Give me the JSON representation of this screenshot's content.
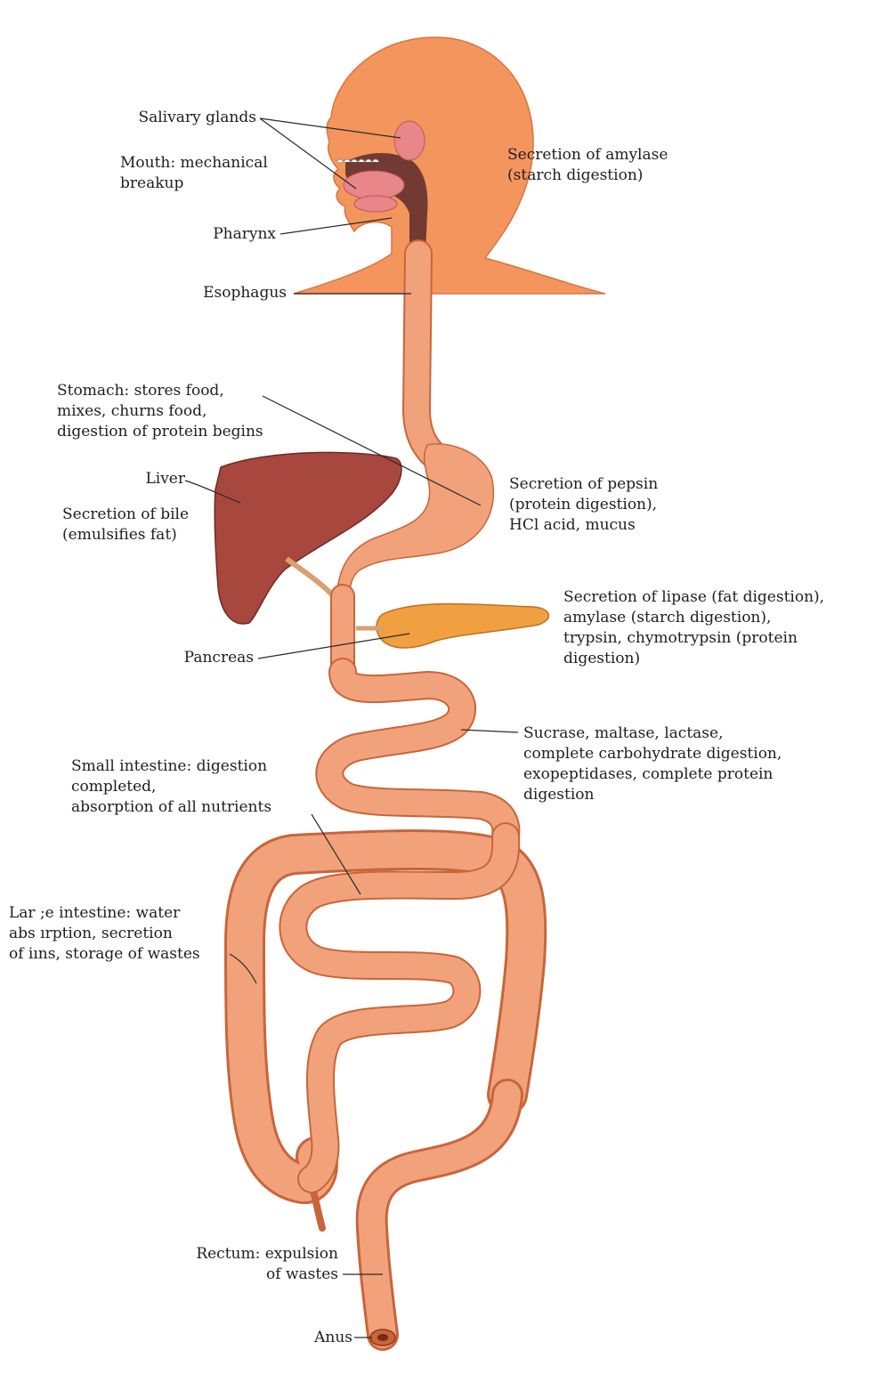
{
  "colors": {
    "skin": "#F4955E",
    "skin_dark": "#D9743F",
    "gut": "#F2A27A",
    "gut_edge": "#C8653A",
    "liver": "#A8473D",
    "pancreas": "#F0A040",
    "gland": "#E8868A",
    "text": "#1e1e1e"
  },
  "labels": {
    "salivary_glands": "Salivary glands",
    "mouth": "Mouth: mechanical\nbreakup",
    "pharynx": "Pharynx",
    "esophagus": "Esophagus",
    "amylase": "Secretion of amylase\n(starch digestion)",
    "stomach": "Stomach: stores food,\nmixes, churns food,\ndigestion of protein begins",
    "liver": "Liver",
    "bile": "Secretion of bile\n(emulsifies fat)",
    "pepsin": "Secretion of pepsin\n(protein digestion),\nHCl acid, mucus",
    "lipase": "Secretion of lipase (fat digestion),\namylase (starch digestion),\ntrypsin, chymotrypsin (protein\ndigestion)",
    "pancreas": "Pancreas",
    "sucrase": "Sucrase, maltase, lactase,\ncomplete carbohydrate digestion,\nexopeptidases, complete protein\ndigestion",
    "small_intestine": "Small intestine: digestion\ncompleted,\nabsorption of all nutrients",
    "large_intestine": "Lar ;e intestine: water\nabs ırption, secretion\nof iıns, storage of wastes",
    "rectum": "Rectum: expulsion\nof wastes",
    "anus": "Anus"
  }
}
